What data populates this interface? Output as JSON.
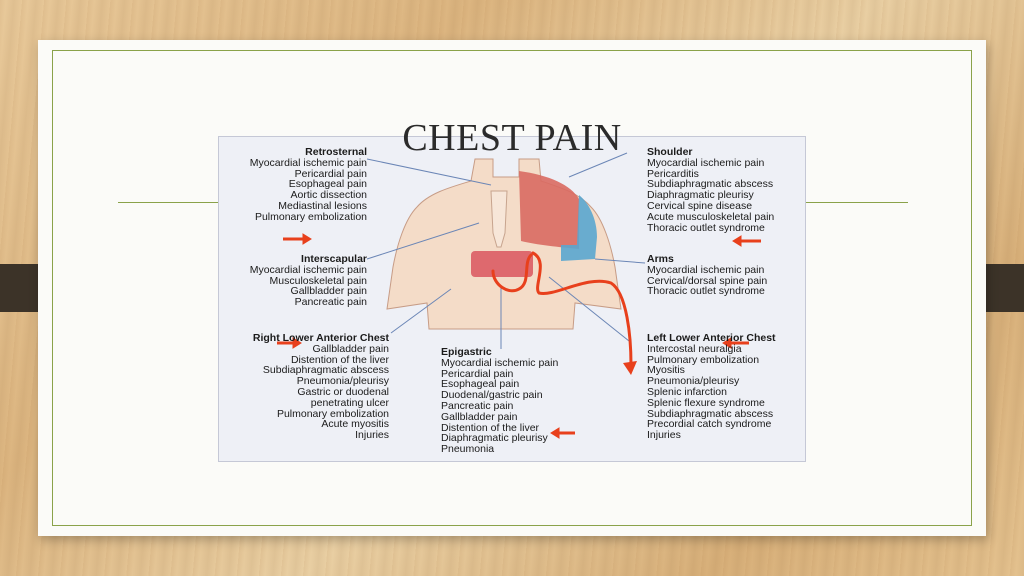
{
  "slide": {
    "title": "CHEST PAIN"
  },
  "figure": {
    "retrosternal": {
      "heading": "Retrosternal",
      "items": [
        "Myocardial ischemic pain",
        "Pericardial pain",
        "Esophageal pain",
        "Aortic dissection",
        "Mediastinal lesions",
        "Pulmonary embolization"
      ]
    },
    "interscapular": {
      "heading": "Interscapular",
      "items": [
        "Myocardial ischemic pain",
        "Musculoskeletal pain",
        "Gallbladder pain",
        "Pancreatic pain"
      ]
    },
    "right_lower_anterior_chest": {
      "heading": "Right Lower Anterior Chest",
      "items": [
        "Gallbladder pain",
        "Distention of the liver",
        "Subdiaphragmatic abscess",
        "Pneumonia/pleurisy",
        "Gastric or duodenal",
        "penetrating ulcer",
        "Pulmonary embolization",
        "Acute myositis",
        "Injuries"
      ]
    },
    "epigastric": {
      "heading": "Epigastric",
      "items": [
        "Myocardial ischemic pain",
        "Pericardial pain",
        "Esophageal pain",
        "Duodenal/gastric pain",
        "Pancreatic pain",
        "Gallbladder pain",
        "Distention of the liver",
        "Diaphragmatic pleurisy",
        "Pneumonia"
      ]
    },
    "shoulder": {
      "heading": "Shoulder",
      "items": [
        "Myocardial ischemic pain",
        "Pericarditis",
        "Subdiaphragmatic abscess",
        "Diaphragmatic pleurisy",
        "Cervical spine disease",
        "Acute musculoskeletal pain",
        "Thoracic outlet syndrome"
      ]
    },
    "arms": {
      "heading": "Arms",
      "items": [
        "Myocardial ischemic pain",
        "Cervical/dorsal spine pain",
        "Thoracic outlet syndrome"
      ]
    },
    "left_lower_anterior_chest": {
      "heading": "Left Lower Anterior Chest",
      "items": [
        "Intercostal neuralgia",
        "Pulmonary embolization",
        "Myositis",
        "Pneumonia/pleurisy",
        "Splenic infarction",
        "Splenic flexure syndrome",
        "Subdiaphragmatic abscess",
        "Precordial catch syndrome",
        "Injuries"
      ]
    }
  },
  "colors": {
    "annotation_arrow": "#e8401c",
    "shoulder_region": "#d96a62",
    "arm_region": "#5aa6cf",
    "epigastric_region": "#d9555e",
    "skin": "#f4dcc8",
    "frame_line": "#8aa24a",
    "tab": "#3c3328"
  }
}
